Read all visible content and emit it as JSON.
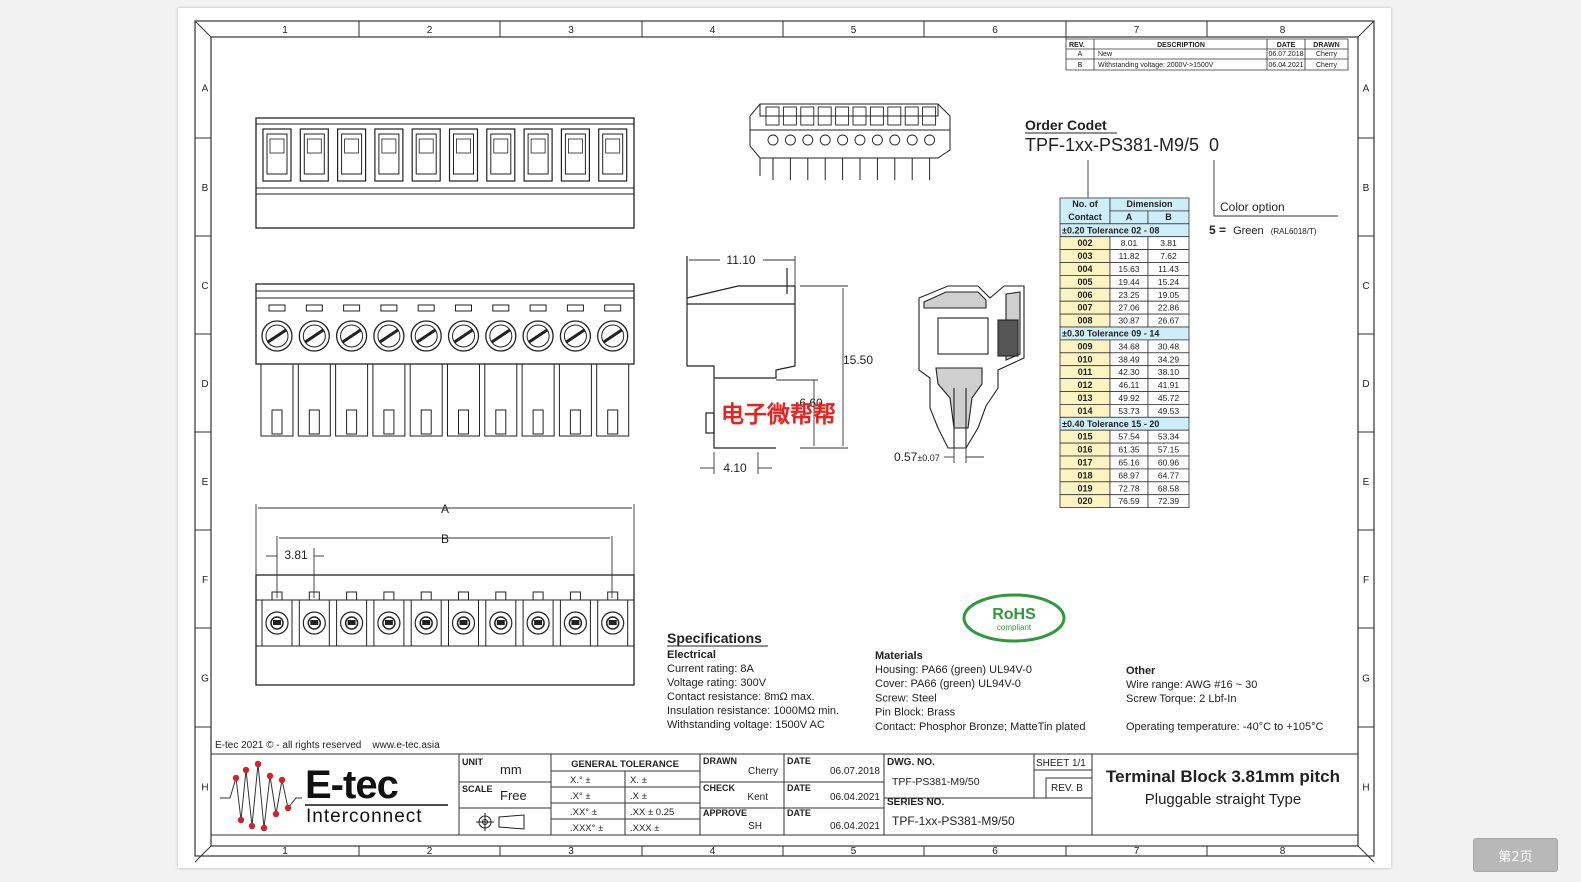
{
  "zone_cols": [
    "1",
    "2",
    "3",
    "4",
    "5",
    "6",
    "7",
    "8"
  ],
  "zone_rows": [
    "A",
    "B",
    "C",
    "D",
    "E",
    "F",
    "G",
    "H"
  ],
  "revisions": {
    "headers": [
      "REV.",
      "DESCRIPTION",
      "DATE",
      "DRAWN"
    ],
    "rows": [
      [
        "A",
        "New",
        "06.07.2018",
        "Cherry"
      ],
      [
        "B",
        "Withstanding voltage: 2000V->1500V",
        "06.04.2021",
        "Cherry"
      ]
    ]
  },
  "order_code": {
    "title": "Order Codet",
    "code": "TPF-1xx-PS381-M9/5  0",
    "color_label": "Color option",
    "color_num": "5 =",
    "color_name": "Green",
    "color_ral": "(RAL6018/T)"
  },
  "dim_table": {
    "h_contact_1": "No. of",
    "h_contact_2": "Contact",
    "h_dimension": "Dimension",
    "h_a": "A",
    "h_b": "B",
    "groups": [
      {
        "tol": "±0.20  Tolerance 02 - 08",
        "rows": [
          [
            "002",
            "8.01",
            "3.81"
          ],
          [
            "003",
            "11.82",
            "7.62"
          ],
          [
            "004",
            "15.63",
            "11.43"
          ],
          [
            "005",
            "19.44",
            "15.24"
          ],
          [
            "006",
            "23.25",
            "19.05"
          ],
          [
            "007",
            "27.06",
            "22.86"
          ],
          [
            "008",
            "30.87",
            "26.67"
          ]
        ]
      },
      {
        "tol": "±0.30  Tolerance 09 - 14",
        "rows": [
          [
            "009",
            "34.68",
            "30.48"
          ],
          [
            "010",
            "38.49",
            "34.29"
          ],
          [
            "011",
            "42.30",
            "38.10"
          ],
          [
            "012",
            "46.11",
            "41.91"
          ],
          [
            "013",
            "49.92",
            "45.72"
          ],
          [
            "014",
            "53.73",
            "49.53"
          ]
        ]
      },
      {
        "tol": "±0.40  Tolerance 15 - 20",
        "rows": [
          [
            "015",
            "57.54",
            "53.34"
          ],
          [
            "016",
            "61.35",
            "57.15"
          ],
          [
            "017",
            "65.16",
            "60.96"
          ],
          [
            "018",
            "68.97",
            "64.77"
          ],
          [
            "019",
            "72.78",
            "68.58"
          ],
          [
            "020",
            "76.59",
            "72.39"
          ]
        ]
      }
    ]
  },
  "dims": {
    "d_width": "11.10",
    "d_height": "15.50",
    "d_inner": "6.60",
    "d_pin": "4.10",
    "d_tol": "0.57",
    "d_tol_pm": "±0.07",
    "d_a": "A",
    "d_b": "B",
    "d_pitch": "3.81"
  },
  "watermark": "电子微帮帮",
  "rohs": {
    "main": "RoHS",
    "sub": "compliant"
  },
  "specs": {
    "title": "Specifications",
    "electrical_title": "Electrical",
    "electrical": [
      "Current rating: 8A",
      "Voltage rating: 300V",
      "Contact resistance: 8mΩ max.",
      "Insulation resistance: 1000MΩ min.",
      "Withstanding voltage: 1500V AC"
    ],
    "materials_title": "Materials",
    "materials": [
      "Housing: PA66 (green) UL94V-0",
      "Cover: PA66 (green) UL94V-0",
      "Screw: Steel",
      "Pin Block: Brass",
      "Contact: Phosphor Bronze; MatteTin plated"
    ],
    "other_title": "Other",
    "other": [
      "Wire range: AWG #16 ~ 30",
      "Screw Torque: 2 Lbf-In"
    ],
    "operating": "Operating temperature: -40°C to +105°C"
  },
  "copyright": "E-tec 2021 © - all rights reserved    www.e-tec.asia",
  "title_block": {
    "logo_main": "E-tec",
    "logo_sub": "Interconnect",
    "unit_label": "UNIT",
    "unit_value": "mm",
    "scale_label": "SCALE",
    "scale_value": "Free",
    "gen_tol": "GENERAL TOLERANCE",
    "tol_cells": [
      [
        "X.° ±",
        "X. ±"
      ],
      [
        ".X° ±",
        ".X ±"
      ],
      [
        ".XX° ±",
        ".XX ± 0.25"
      ],
      [
        ".XXX° ±",
        ".XXX ±"
      ]
    ],
    "drawn_label": "DRAWN",
    "drawn_value": "Cherry",
    "check_label": "CHECK",
    "check_value": "Kent",
    "approve_label": "APPROVE",
    "approve_value": "SH",
    "date_label": "DATE",
    "date1": "06.07.2018",
    "date2": "06.04.2021",
    "date3": "06.04.2021",
    "dwg_label": "DWG. NO.",
    "dwg_value": "TPF-PS381-M9/50",
    "sheet": "SHEET 1/1",
    "rev": "REV. B",
    "series_label": "SERIES NO.",
    "series_value": "TPF-1xx-PS381-M9/50",
    "title": "Terminal Block 3.81mm pitch",
    "subtitle": "Pluggable straight Type"
  },
  "page_indicator": "第2页",
  "colors": {
    "table_blue": "#cdeef9",
    "table_yellow": "#fbf3c2",
    "rohs_green": "#2e9a3c",
    "watermark_red": "#e8221f",
    "logo_red": "#d42027"
  }
}
